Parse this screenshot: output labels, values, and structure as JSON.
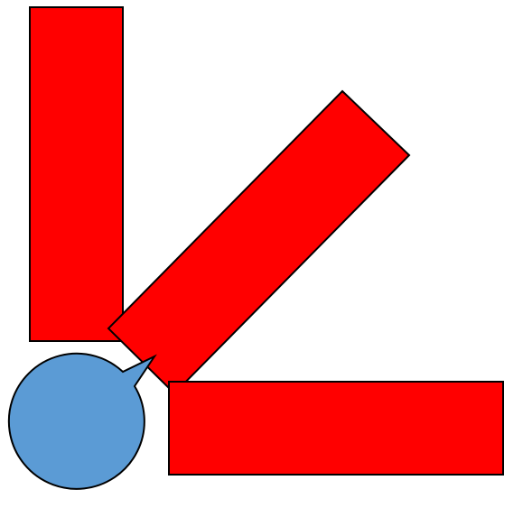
{
  "diagram": {
    "background_color": "#ffffff",
    "shapes": [
      {
        "name": "vertical-red-bar",
        "kind": "rectangle",
        "fill": "#ff0000",
        "stroke": "#000000"
      },
      {
        "name": "diagonal-red-bar",
        "kind": "rectangle",
        "fill": "#ff0000",
        "stroke": "#000000"
      },
      {
        "name": "horizontal-red-bar",
        "kind": "rectangle",
        "fill": "#ff0000",
        "stroke": "#000000"
      },
      {
        "name": "blue-speech-bubble",
        "kind": "speech-bubble-circle",
        "fill": "#5b9bd5",
        "stroke": "#000000"
      }
    ]
  }
}
